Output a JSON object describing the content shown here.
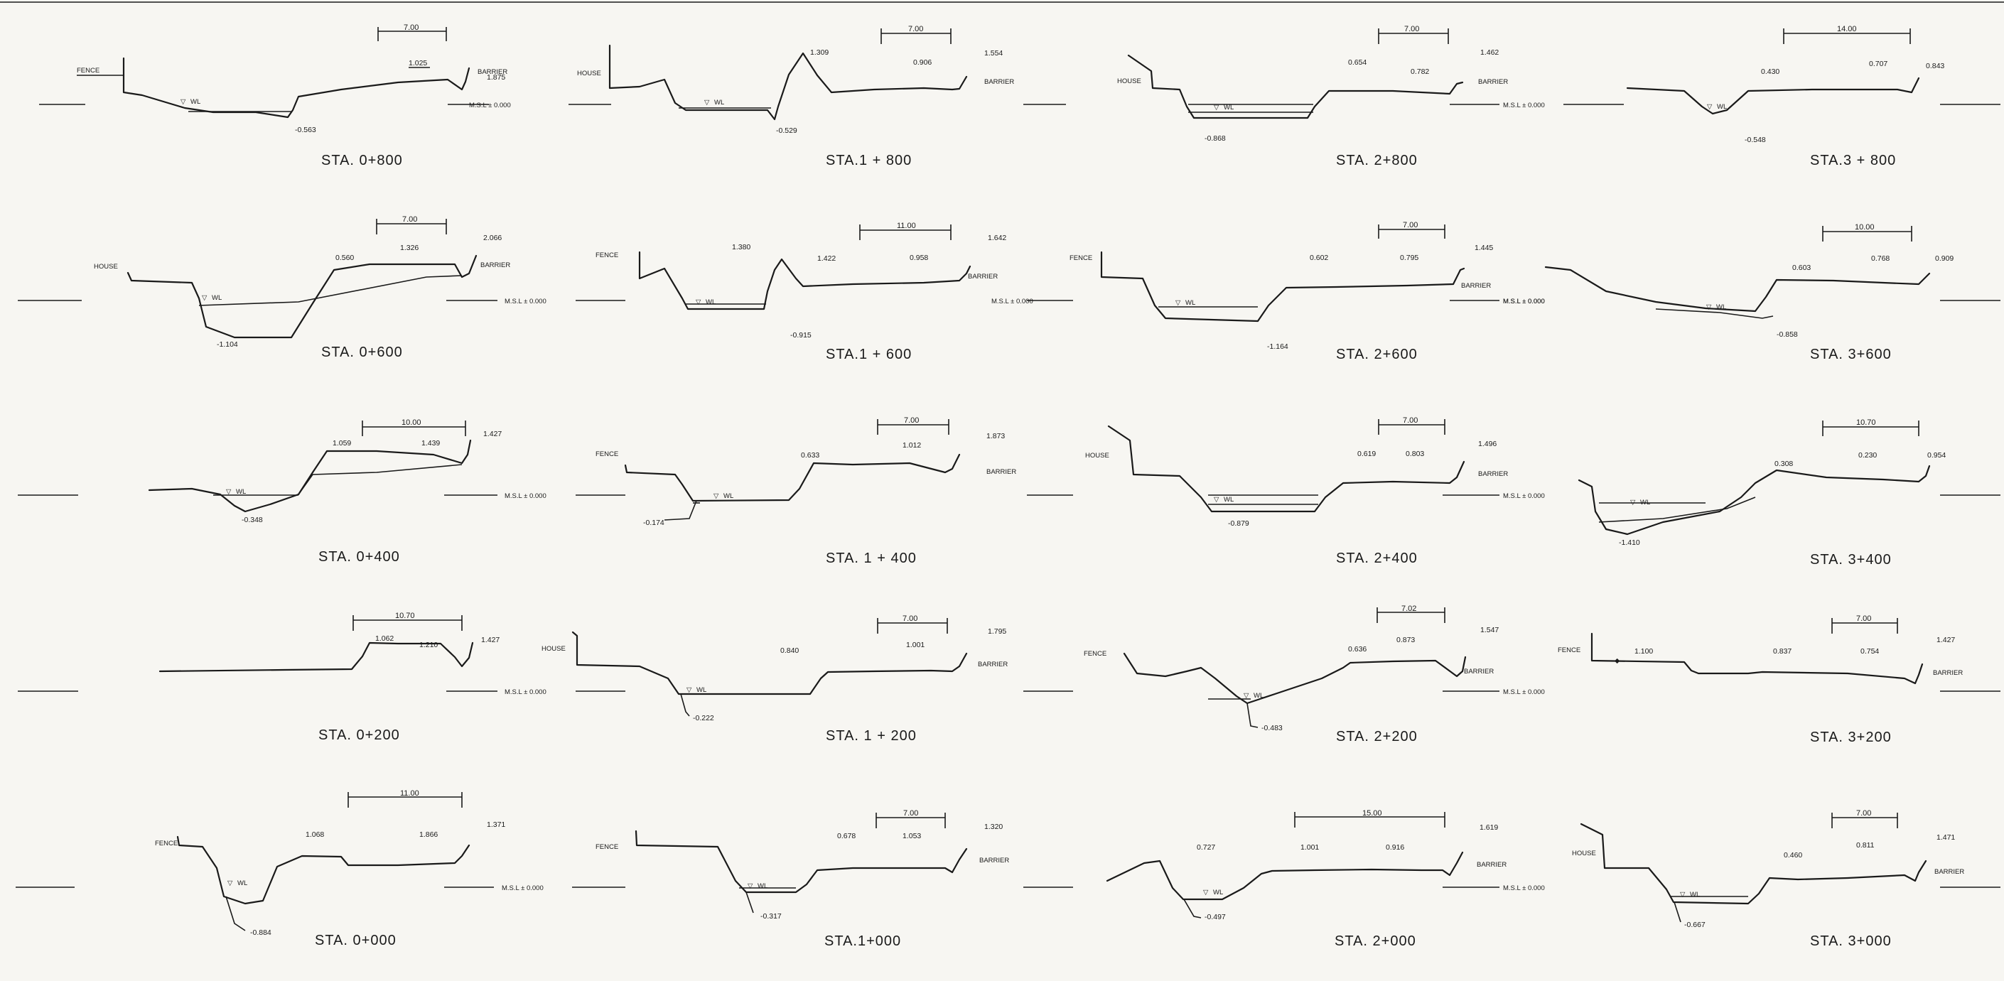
{
  "msl_label": "M.S.L ± 0.000",
  "wl_label": "WL",
  "sections": [
    {
      "id": "s0800",
      "station": "STA. 0+800",
      "dim": "7.00",
      "left_label": "FENCE",
      "right_label": "BARRIER",
      "elevs": [
        "1.025",
        "1.875",
        "-0.563"
      ]
    },
    {
      "id": "s1800",
      "station": "STA.1 + 800",
      "dim": "7.00",
      "left_label": "HOUSE",
      "right_label": "BARRIER",
      "elevs": [
        "1.309",
        "0.906",
        "1.554",
        "-0.529"
      ]
    },
    {
      "id": "s2800",
      "station": "STA. 2+800",
      "dim": "7.00",
      "left_label": "HOUSE",
      "right_label": "BARRIER",
      "elevs": [
        "0.654",
        "0.782",
        "1.462",
        "-0.868"
      ]
    },
    {
      "id": "s3800",
      "station": "STA.3 + 800",
      "dim": "14.00",
      "left_label": "",
      "right_label": "",
      "elevs": [
        "0.430",
        "0.707",
        "0.843",
        "-0.548"
      ]
    },
    {
      "id": "s0600",
      "station": "STA. 0+600",
      "dim": "7.00",
      "left_label": "HOUSE",
      "right_label": "BARRIER",
      "elevs": [
        "0.560",
        "1.326",
        "2.066",
        "-1.104"
      ]
    },
    {
      "id": "s1600",
      "station": "STA.1 + 600",
      "dim": "11.00",
      "left_label": "FENCE",
      "right_label": "BARRIER",
      "elevs": [
        "1.380",
        "1.422",
        "0.958",
        "1.642",
        "-0.915"
      ]
    },
    {
      "id": "s2600",
      "station": "STA. 2+600",
      "dim": "7.00",
      "left_label": "FENCE",
      "right_label": "BARRIER",
      "elevs": [
        "0.602",
        "0.795",
        "1.445",
        "-1.164"
      ]
    },
    {
      "id": "s3600",
      "station": "STA. 3+600",
      "dim": "10.00",
      "left_label": "",
      "right_label": "",
      "elevs": [
        "0.603",
        "0.768",
        "0.909",
        "-0.858"
      ]
    },
    {
      "id": "s0400",
      "station": "STA. 0+400",
      "dim": "10.00",
      "left_label": "",
      "right_label": "",
      "elevs": [
        "1.059",
        "1.439",
        "1.427",
        "-0.348"
      ]
    },
    {
      "id": "s1400",
      "station": "STA. 1 + 400",
      "dim": "7.00",
      "left_label": "FENCE",
      "right_label": "BARRIER",
      "elevs": [
        "0.633",
        "1.012",
        "1.873",
        "-0.174"
      ]
    },
    {
      "id": "s2400",
      "station": "STA. 2+400",
      "dim": "7.00",
      "left_label": "HOUSE",
      "right_label": "BARRIER",
      "elevs": [
        "0.619",
        "0.803",
        "1.496",
        "-0.879"
      ]
    },
    {
      "id": "s3400",
      "station": "STA. 3+400",
      "dim": "10.70",
      "left_label": "",
      "right_label": "",
      "elevs": [
        "0.308",
        "0.230",
        "0.954",
        "-1.410"
      ]
    },
    {
      "id": "s0200",
      "station": "STA. 0+200",
      "dim": "10.70",
      "left_label": "",
      "right_label": "",
      "elevs": [
        "1.062",
        "1.210",
        "1.427"
      ]
    },
    {
      "id": "s1200",
      "station": "STA. 1 + 200",
      "dim": "7.00",
      "left_label": "HOUSE",
      "right_label": "BARRIER",
      "elevs": [
        "0.840",
        "1.001",
        "1.795",
        "-0.222"
      ]
    },
    {
      "id": "s2200",
      "station": "STA. 2+200",
      "dim": "7.02",
      "left_label": "FENCE",
      "right_label": "BARRIER",
      "elevs": [
        "0.636",
        "0.873",
        "1.547",
        "-0.483"
      ]
    },
    {
      "id": "s3200",
      "station": "STA. 3+200",
      "dim": "7.00",
      "left_label": "FENCE",
      "right_label": "BARRIER",
      "elevs": [
        "1.100",
        "0.837",
        "0.754",
        "1.427"
      ]
    },
    {
      "id": "s0000",
      "station": "STA. 0+000",
      "dim": "11.00",
      "left_label": "FENCE",
      "right_label": "",
      "elevs": [
        "1.068",
        "1.866",
        "1.371",
        "-0.884"
      ]
    },
    {
      "id": "s1000",
      "station": "STA.1+000",
      "dim": "7.00",
      "left_label": "FENCE",
      "right_label": "BARRIER",
      "elevs": [
        "0.678",
        "1.053",
        "1.320",
        "-0.317"
      ]
    },
    {
      "id": "s2000",
      "station": "STA. 2+000",
      "dim": "15.00",
      "left_label": "",
      "right_label": "BARRIER",
      "elevs": [
        "0.727",
        "1.001",
        "0.916",
        "1.619",
        "-0.497"
      ]
    },
    {
      "id": "s3000",
      "station": "STA. 3+000",
      "dim": "7.00",
      "left_label": "HOUSE",
      "right_label": "BARRIER",
      "elevs": [
        "0.460",
        "0.811",
        "1.471",
        "-0.667"
      ]
    }
  ]
}
